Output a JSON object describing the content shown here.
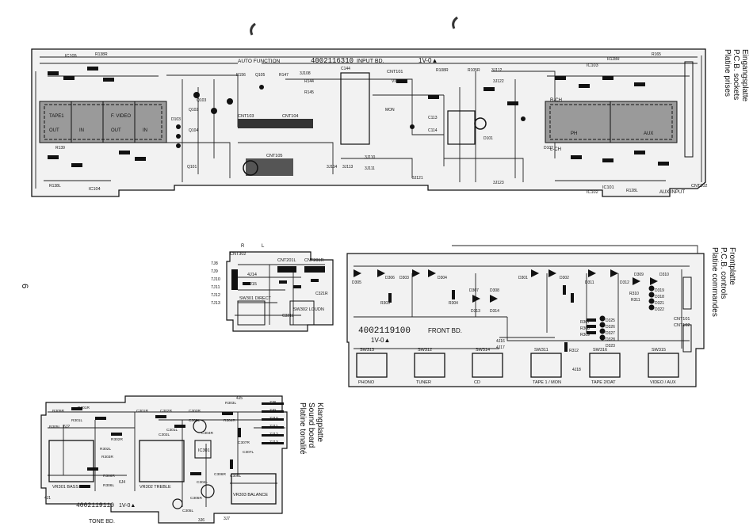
{
  "page_number": "6",
  "input_board": {
    "side_label": [
      "Eingangsplatte",
      "P.C.B. sockets",
      "Platine prises"
    ],
    "board_number": "4002116310",
    "board_name": "INPUT BD.",
    "ul_mark": "1V-0▲",
    "auto_function": "AUTO FUNCTION",
    "sockets": [
      "TAPE1",
      "F. VIDEO",
      "PH",
      "AUX"
    ],
    "socket_io": [
      "OUT",
      "IN",
      "OUT",
      "IN"
    ],
    "aux_input": "AUX INPUT",
    "channels": [
      "R-CH",
      "L-CH"
    ],
    "connectors": [
      "CNT101",
      "CNT102",
      "CNT103",
      "CNT104",
      "CNT105"
    ],
    "ics": [
      "IC101",
      "IC102",
      "IC103",
      "IC104",
      "IC105"
    ],
    "parts": [
      "R138R",
      "R138L",
      "R139",
      "Q101",
      "Q102",
      "Q103",
      "Q104",
      "Q105",
      "R156",
      "R147",
      "R144",
      "R145",
      "R108R",
      "R105R",
      "R128R",
      "R128L",
      "R165",
      "C144",
      "C113",
      "C114",
      "D101",
      "D102",
      "D103",
      "3J108",
      "3J110",
      "3J111",
      "3J112",
      "3J113",
      "3J114",
      "3J121",
      "3J122",
      "3J123",
      "VIDEO",
      "MON"
    ]
  },
  "front_board": {
    "side_label": [
      "Frontplatte",
      "P.C.B. controls",
      "Platine commandes"
    ],
    "board_number": "4002119100",
    "board_name": "FRONT BD.",
    "ul_mark": "1V-0▲",
    "switches": [
      {
        "id": "SW313",
        "label": "PHONO"
      },
      {
        "id": "SW312",
        "label": "TUNER"
      },
      {
        "id": "SW314",
        "label": "CD"
      },
      {
        "id": "SW311",
        "label": "TAPE 1 / MON"
      },
      {
        "id": "SW316",
        "label": "TAPE 2/DAT"
      },
      {
        "id": "SW315",
        "label": "VIDEO / AUX"
      }
    ],
    "leds": [
      "D305",
      "D306",
      "D303",
      "D304",
      "D307",
      "D308",
      "D313",
      "D314",
      "D301",
      "D302",
      "D311",
      "D312",
      "D309",
      "D310",
      "D319",
      "D318",
      "D321",
      "D322",
      "D325",
      "D326",
      "D327",
      "D328",
      "D323"
    ],
    "resistors": [
      "R303",
      "R304",
      "R310",
      "R311",
      "R312",
      "R307",
      "R308",
      "R309"
    ],
    "jumpers": [
      "4J16",
      "4J17",
      "4J18"
    ],
    "connectors": [
      "CNT101",
      "CNT102"
    ]
  },
  "sub_board": {
    "connectors": [
      "CNT302",
      "CNT201L",
      "CNT201R"
    ],
    "cnt_labels": [
      "R",
      "L"
    ],
    "jumpers": [
      "7J8",
      "7J9",
      "7J10",
      "7J11",
      "7J12",
      "7J13",
      "4J14",
      "3J15"
    ],
    "switches": [
      "SW301 DIRECT",
      "SW302 LOUDN"
    ],
    "parts": [
      "C321R",
      "C321L"
    ]
  },
  "tone_board": {
    "side_label": [
      "Klangplatte",
      "Sound board",
      "Platine tonalité"
    ],
    "board_number": "4002119110",
    "board_name": "TONE BD.",
    "ul_mark": "1V-0▲",
    "pots": [
      {
        "id": "VR301",
        "label": "BASS"
      },
      {
        "id": "VR302",
        "label": "TREBLE"
      },
      {
        "id": "VR303",
        "label": "BALANCE"
      }
    ],
    "ic": "IC301",
    "parts": [
      "R301R",
      "R301L",
      "R302R",
      "R302L",
      "R303R",
      "R303L",
      "R304R",
      "R305R",
      "R305L",
      "R306R",
      "R306L",
      "C301R",
      "C301L",
      "C302R",
      "C302L",
      "C303R",
      "C303L",
      "C304R",
      "C304L",
      "C305R",
      "C305L",
      "C306R",
      "C306L",
      "C307R",
      "C307L"
    ],
    "jumpers": [
      "4J5",
      "4J1",
      "6J2",
      "6J4",
      "3J6",
      "3J7",
      "7J8",
      "7J9",
      "7J10",
      "7J11",
      "7J12",
      "7J13"
    ]
  }
}
